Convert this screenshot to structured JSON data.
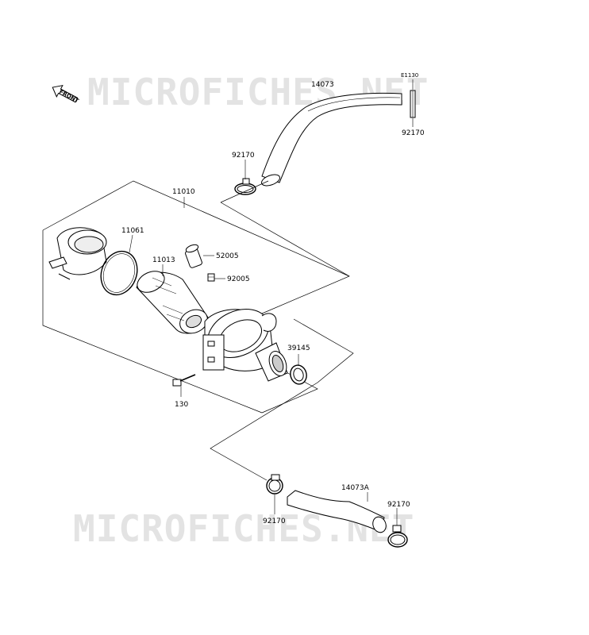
{
  "watermark": {
    "top_text": "MICROFICHES.NET",
    "bottom_text": "MICROFICHES.NET"
  },
  "front_indicator": {
    "text": "FRONT",
    "icon": "front-arrow-icon"
  },
  "labels": {
    "p14073": "14073",
    "e1130": "E1130",
    "p92170_top_right": "92170",
    "p92170_top_left": "92170",
    "p11010": "11010",
    "p11061": "11061",
    "p11013": "11013",
    "p52005": "52005",
    "p92005": "92005",
    "p39145": "39145",
    "p130": "130",
    "p14073a": "14073A",
    "p92170_bottom_right": "92170",
    "p92170_bottom_left": "92170"
  },
  "colors": {
    "line": "#000000",
    "watermark": "#e3e3e3",
    "fill_light": "#ffffff",
    "fill_shade": "#bdbdbd"
  }
}
